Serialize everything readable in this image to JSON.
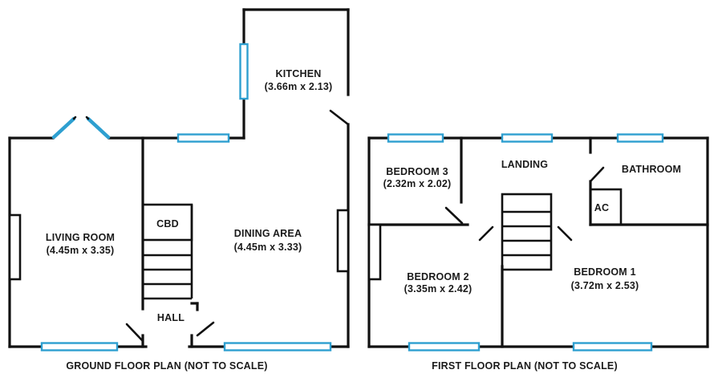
{
  "colors": {
    "window": "#2e9fd0",
    "wall": "#111111"
  },
  "ground_floor": {
    "caption": "GROUND FLOOR PLAN (NOT TO SCALE)",
    "kitchen": {
      "name": "KITCHEN",
      "dims": "(3.66m x 2.13)"
    },
    "living_room": {
      "name": "LIVING ROOM",
      "dims": "(4.45m x 3.35)"
    },
    "dining_area": {
      "name": "DINING AREA",
      "dims": "(4.45m x 3.33)"
    },
    "cupboard": {
      "name": "CBD"
    },
    "hall": {
      "name": "HALL"
    }
  },
  "first_floor": {
    "caption": "FIRST FLOOR PLAN (NOT TO SCALE)",
    "bedroom_3": {
      "name": "BEDROOM 3",
      "dims": "(2.32m x 2.02)"
    },
    "landing": {
      "name": "LANDING"
    },
    "bathroom": {
      "name": "BATHROOM"
    },
    "airing_cupboard": {
      "name": "AC"
    },
    "bedroom_2": {
      "name": "BEDROOM 2",
      "dims": "(3.35m x 2.42)"
    },
    "bedroom_1": {
      "name": "BEDROOM 1",
      "dims": "(3.72m x 2.53)"
    }
  }
}
